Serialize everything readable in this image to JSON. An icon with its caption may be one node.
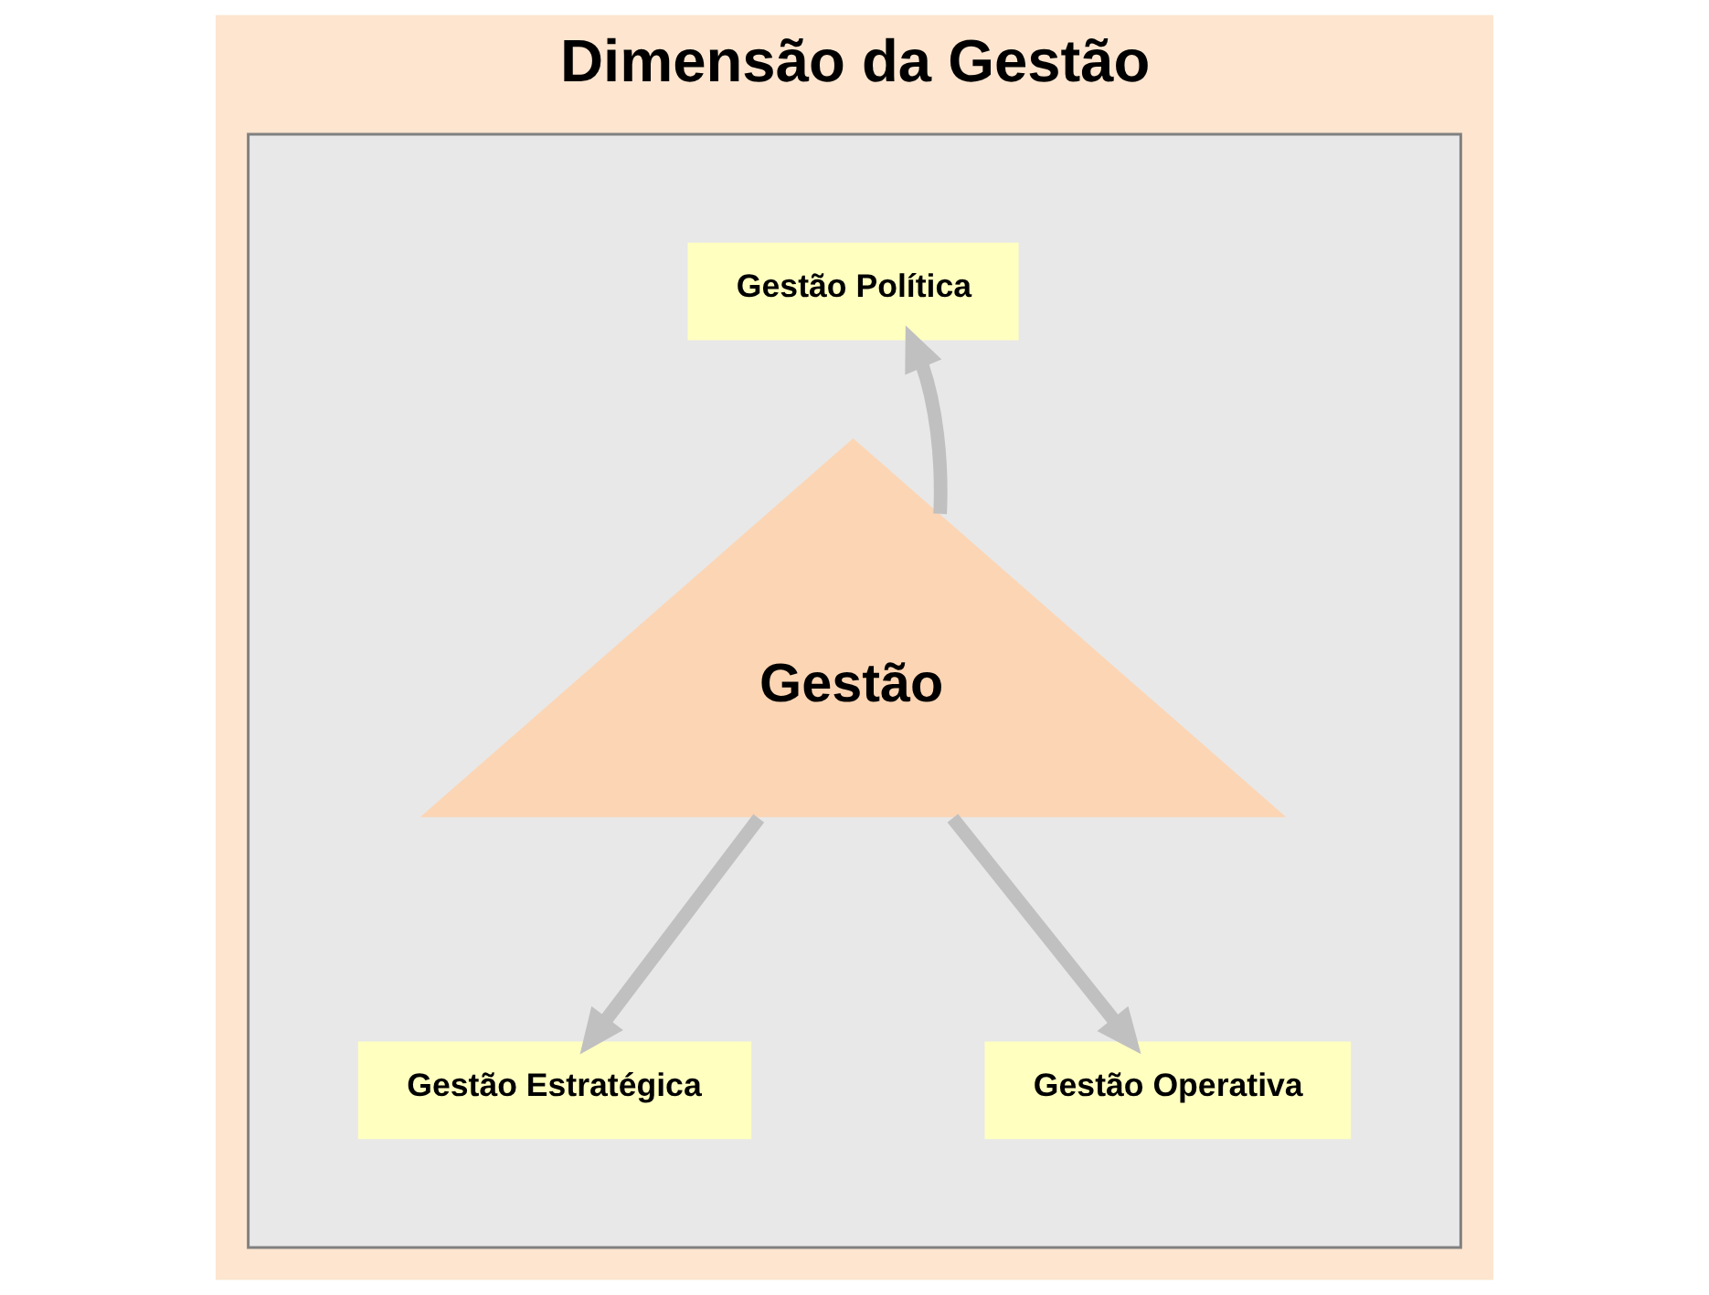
{
  "diagram": {
    "title": "Dimensão da Gestão",
    "nodes": [
      {
        "text": [],
        "shape": "box"
      },
      {
        "text": [
          "Gestão"
        ],
        "in": 0
      },
      {
        "text": [
          "Gestão Política"
        ],
        "in": 0
      },
      {
        "text": [
          "Gestão Estratégica"
        ],
        "in": 0
      },
      {
        "text": [
          "Gestão Operativa"
        ],
        "in": 0
      }
    ],
    "edges": [
      {
        "from": 1,
        "to": 2,
        "arrow": "to"
      },
      {
        "from": 1,
        "to": 3,
        "arrow": "to"
      },
      {
        "from": 1,
        "to": 4,
        "arrow": "to"
      }
    ]
  }
}
